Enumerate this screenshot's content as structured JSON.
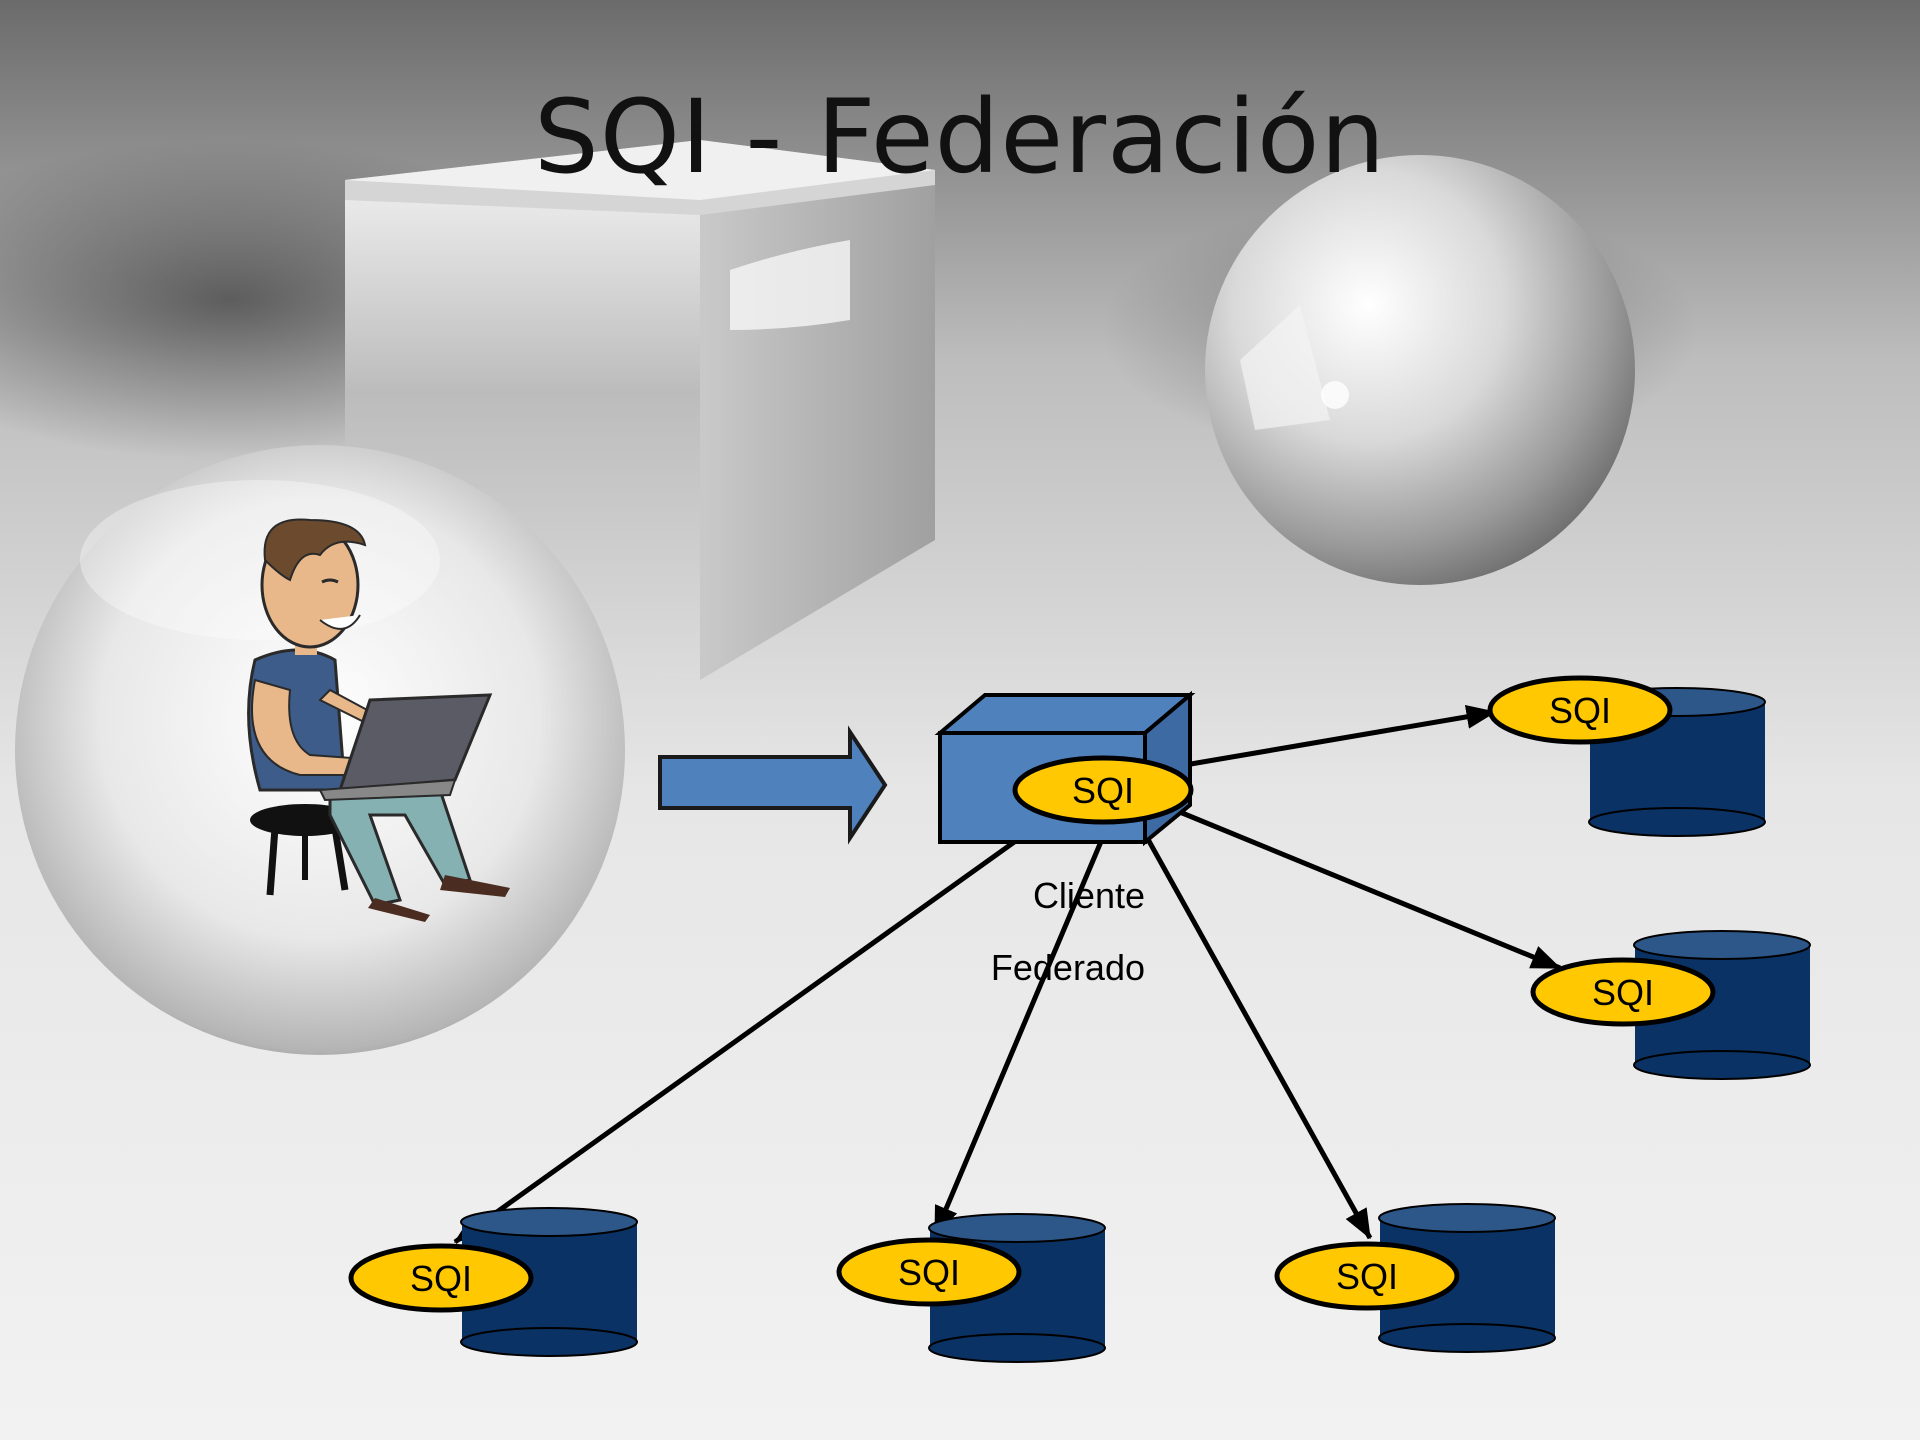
{
  "slide": {
    "title": "SQI - Federación"
  },
  "diagram": {
    "client": {
      "badge": "SQI",
      "label_line1": "Cliente",
      "label_line2": "Federado"
    },
    "repositories": [
      {
        "badge": "SQI"
      },
      {
        "badge": "SQI"
      },
      {
        "badge": "SQI"
      },
      {
        "badge": "SQI"
      },
      {
        "badge": "SQI"
      }
    ]
  },
  "colors": {
    "cylinder_fill": "#0a3264",
    "cylinder_top": "#2d5788",
    "client_box": "#4f81bd",
    "badge_fill": "#ffc800",
    "arrow_fill": "#4f81bd",
    "title_text": "#111111"
  },
  "icons": {
    "user": "person-with-laptop-icon",
    "server": "client-server-box-icon",
    "database": "database-cylinder-icon"
  }
}
